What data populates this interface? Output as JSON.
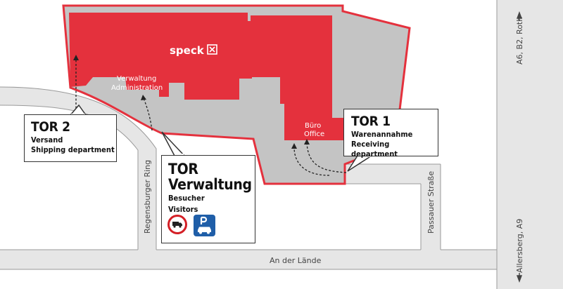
{
  "colors": {
    "background": "#ffffff",
    "road": "#e6e6e6",
    "road_edge": "#9a9a9a",
    "premises": "#c4c4c4",
    "building": "#e4313d",
    "outline": "#e4313d",
    "text": "#111111",
    "no_truck_sign": "#d41f26",
    "parking_sign": "#1f5ea8"
  },
  "streets": {
    "top_right": "A6, B2, Roth",
    "bottom_right": "Allersberg, A9",
    "left": "Regensburger Ring",
    "right": "Passauer Straße",
    "bottom": "An der Lände"
  },
  "building": {
    "logo_text": "speck",
    "logo_icon": "speck-logo-icon",
    "admin_label_de": "Verwaltung",
    "admin_label_en": "Administration",
    "office_label_de": "Büro",
    "office_label_en": "Office"
  },
  "gates": {
    "tor2": {
      "title": "TOR 2",
      "line1": "Versand",
      "line2": "Shipping department"
    },
    "tor_admin": {
      "title1": "TOR",
      "title2": "Verwaltung",
      "line1": "Besucher",
      "line2": "Visitors",
      "icons": [
        "no-trucks-icon",
        "parking-icon"
      ]
    },
    "tor1": {
      "title": "TOR 1",
      "line1": "Warenannahme",
      "line2": "Receiving department"
    }
  }
}
